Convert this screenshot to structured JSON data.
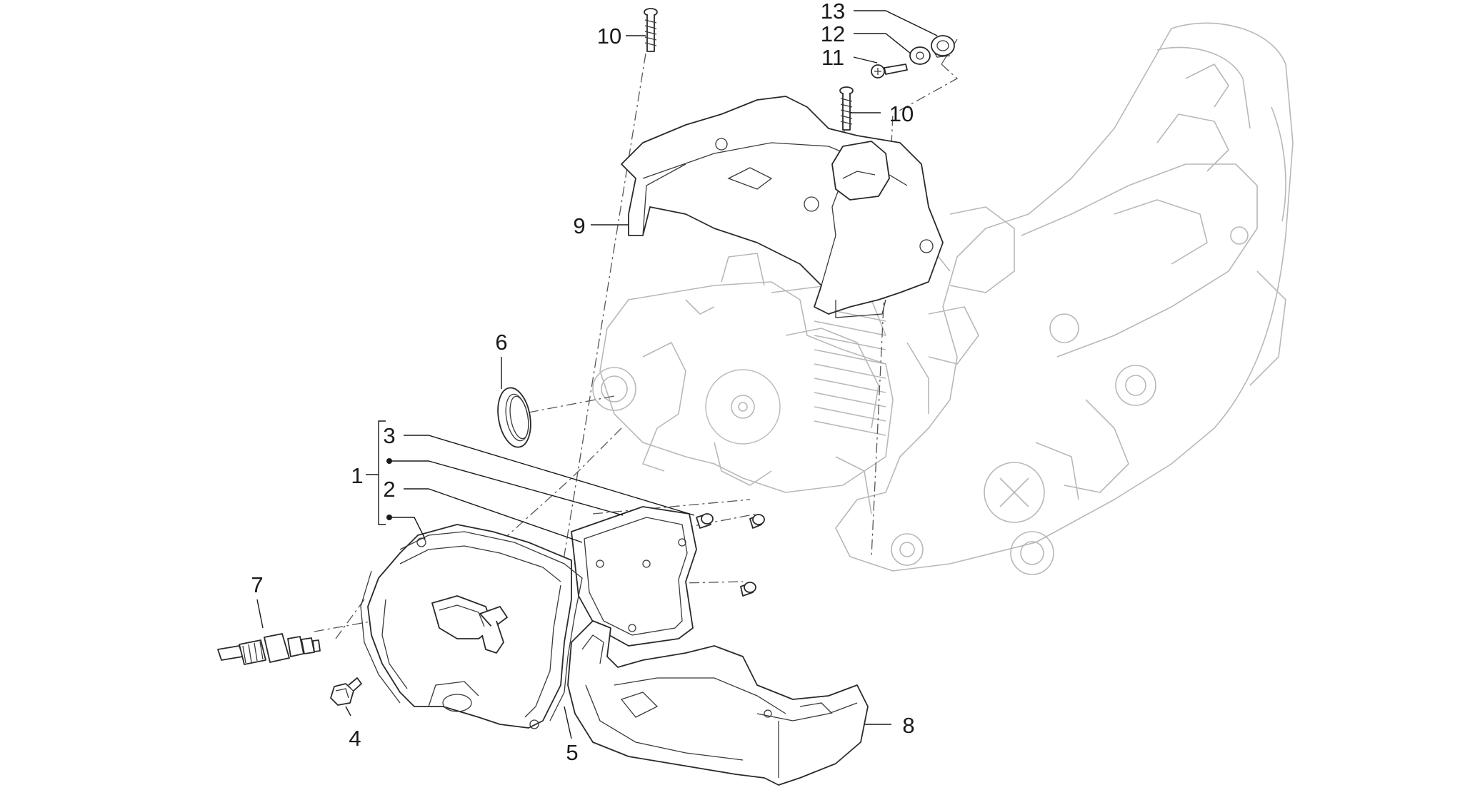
{
  "callouts": {
    "c1": "1",
    "c2": "2",
    "c3": "3",
    "c4": "4",
    "c5": "5",
    "c6": "6",
    "c7": "7",
    "c8": "8",
    "c9": "9",
    "c10a": "10",
    "c10b": "10",
    "c11": "11",
    "c12": "12",
    "c13": "13"
  },
  "colors": {
    "line": "#1a1a1a",
    "ghost_engine": "#b8b8b8",
    "background": "#ffffff"
  }
}
